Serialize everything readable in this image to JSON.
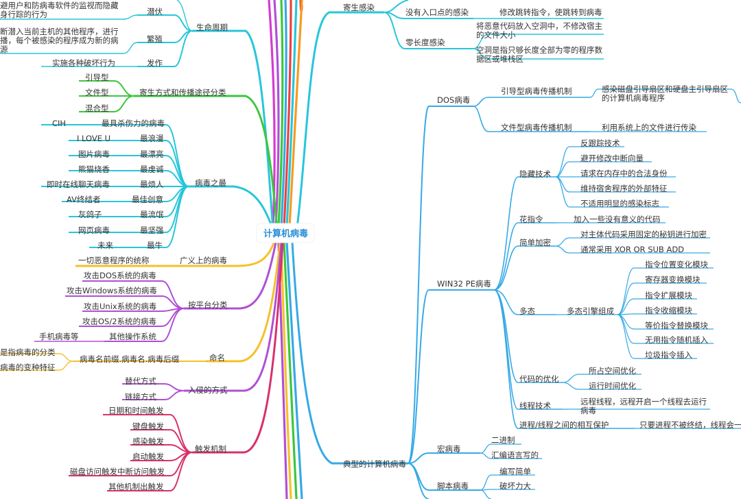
{
  "root": {
    "label": "计算机病毒"
  },
  "colors": {
    "cyan": "#26c6da",
    "green": "#3cc63c",
    "yellow": "#f6c02a",
    "purple": "#b04fd6",
    "crimson": "#d8316a",
    "blue": "#35a9e6",
    "magenta": "#d63ad0",
    "red": "#ec4040",
    "orange": "#f79a1e",
    "stub": "#bfbfbf"
  },
  "left": {
    "lifecycle": {
      "label": "生命周期",
      "stages": [
        {
          "label": "潜伏",
          "desc": [
            "避用户和防病毒软件的监视而隐藏",
            "身行踪的行为"
          ]
        },
        {
          "label": "繁殖",
          "desc": [
            "断潜入当前主机的其他程序，进行",
            "播，每个被感染的程序成为新的病",
            "源"
          ]
        },
        {
          "label": "发作",
          "desc": [
            "实施各种破坏行为"
          ]
        }
      ]
    },
    "parasitic": {
      "label": "寄生方式和传播途径分类",
      "items": [
        "引导型",
        "文件型",
        "混合型"
      ]
    },
    "superlatives": {
      "label": "病毒之最",
      "items": [
        {
          "name": "CIH",
          "label": "最具杀伤力的病毒"
        },
        {
          "name": "I LOVE U",
          "label": "最浪漫"
        },
        {
          "name": "图片病毒",
          "label": "最漂亮"
        },
        {
          "name": "熊猫烧香",
          "label": "最虔诚"
        },
        {
          "name": "即时在线聊天病毒",
          "label": "最烦人"
        },
        {
          "name": "AV终结者",
          "label": "最佳创意"
        },
        {
          "name": "灰鸽子",
          "label": "最流氓"
        },
        {
          "name": "网页病毒",
          "label": "最坚强"
        },
        {
          "name": "未来",
          "label": "最牛"
        }
      ]
    },
    "broad": {
      "label": "广义上的病毒",
      "desc": "一切恶意程序的统称"
    },
    "platform": {
      "label": "按平台分类",
      "items": [
        "攻击DOS系统的病毒",
        "攻击Windows系统的病毒",
        "攻击Unix系统的病毒",
        "攻击OS/2系统的病毒"
      ],
      "other": {
        "label": "其他操作系统",
        "child": "手机病毒等"
      }
    },
    "naming": {
      "label": "命名",
      "format": "病毒名前缀.病毒名.病毒后缀",
      "notes": [
        "是指病毒的分类",
        "病毒的变种特征"
      ]
    },
    "intrusion": {
      "label": "入侵的方式",
      "items": [
        "替代方式",
        "链接方式"
      ]
    },
    "trigger": {
      "label": "触发机制",
      "items": [
        "日期和时间触发",
        "键盘触发",
        "感染触发",
        "启动触发",
        "磁盘访问触发中断访问触发",
        "其他机制出触发"
      ]
    }
  },
  "right": {
    "parasitic_infection": {
      "label": "寄生感染",
      "no_entry": {
        "label": "没有入口点的感染",
        "desc": "修改跳转指令，使跳转到病毒"
      },
      "zero_length": {
        "label": "零长度感染",
        "desc1": [
          "将恶意代码放入空洞中，不修改宿主",
          "的文件大小"
        ],
        "desc2": [
          "空洞是指只够长度全部为零的程序数",
          "据区或堆栈区"
        ]
      }
    },
    "typical": {
      "label": "典型的计算机病毒",
      "dos": {
        "label": "DOS病毒",
        "boot": {
          "label": "引导型病毒传播机制",
          "desc": [
            "感染磁盘引导扇区和硬盘主引导扇区",
            "的计算机病毒程序"
          ]
        },
        "file": {
          "label": "文件型病毒传播机制",
          "desc": "利用系统上的文件进行传染"
        }
      },
      "win32": {
        "label": "WIN32 PE病毒",
        "hiding": {
          "label": "隐藏技术",
          "items": [
            "反跟踪技术",
            "避开修改中断向量",
            "请求在内存中的合法身份",
            "维持宿舍程序的外部特征",
            "不适用明显的感染标志"
          ]
        },
        "junk": {
          "label": "花指令",
          "desc": "加入一些没有意义的代码"
        },
        "encrypt": {
          "label": "简单加密",
          "items": [
            "对主体代码采用固定的秘钥进行加密",
            "通常采用 XOR  OR  SUB  ADD"
          ]
        },
        "poly": {
          "label": "多态",
          "engine": "多态引擎组成",
          "items": [
            "指令位置变化模块",
            "寄存器变换模块",
            "指令扩展模块",
            "指令收缩模块",
            "等价指令替换模块",
            "无用指令随机插入",
            "垃圾指令插入"
          ]
        },
        "optimize": {
          "label": "代码的优化",
          "items": [
            "所占空间优化",
            "运行时间优化"
          ]
        },
        "thread": {
          "label": "线程技术",
          "desc": [
            "远程线程，远程开启一个线程去运行",
            "病毒"
          ]
        },
        "protect": {
          "label": "进程/线程之间的相互保护",
          "desc": "只要进程不被终结，线程会一"
        }
      },
      "macro": {
        "label": "宏病毒",
        "items": [
          "二进制",
          "汇编语言写的"
        ]
      },
      "script": {
        "label": "脚本病毒",
        "items": [
          "编写简单",
          "破坏力大"
        ]
      }
    }
  }
}
